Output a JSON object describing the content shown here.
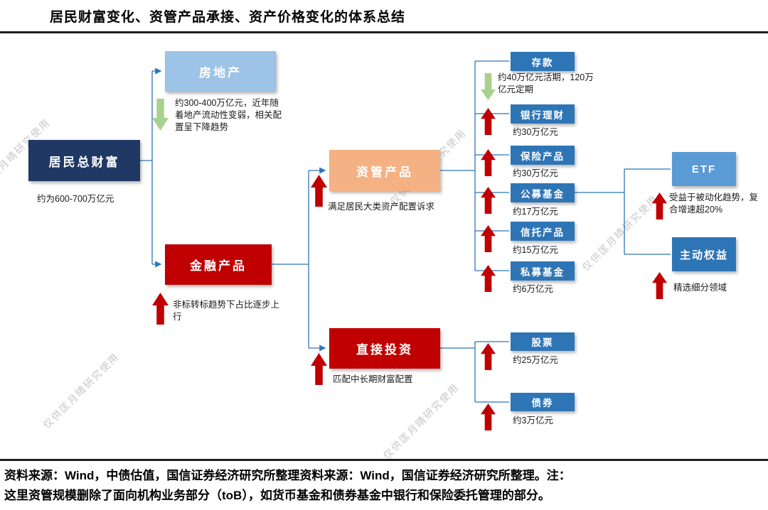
{
  "title": "居民财富变化、资管产品承接、资产价格变化的体系总结",
  "watermark": "仅供匡月晴研究使用",
  "nodes": {
    "total_wealth": {
      "label": "居民总财富",
      "note": "约为600-700万亿元"
    },
    "real_estate": {
      "label": "房地产",
      "note": "约300-400万亿元，近年随着地产流动性变弱，相关配置呈下降趋势",
      "trend": "down"
    },
    "financial_products": {
      "label": "金融产品",
      "note": "非标转标趋势下占比逐步上行",
      "trend": "up"
    },
    "asset_mgmt": {
      "label": "资管产品",
      "note": "满足居民大类资产配置诉求",
      "trend": "up"
    },
    "direct_invest": {
      "label": "直接投资",
      "note": "匹配中长期财富配置",
      "trend": "up"
    },
    "deposits": {
      "label": "存款",
      "note": "约40万亿元活期，120万亿元定期",
      "trend": "down"
    },
    "bank_wealth_mgmt": {
      "label": "银行理财",
      "note": "约30万亿元",
      "trend": "up"
    },
    "insurance": {
      "label": "保险产品",
      "note": "约30万亿元",
      "trend": "up"
    },
    "public_funds": {
      "label": "公募基金",
      "note": "约17万亿元",
      "trend": "up"
    },
    "trust": {
      "label": "信托产品",
      "note": "约15万亿元",
      "trend": "up"
    },
    "private_funds": {
      "label": "私募基金",
      "note": "约6万亿元",
      "trend": "up"
    },
    "etf": {
      "label": "ETF",
      "note": "受益于被动化趋势，复合增速超20%",
      "trend": "up"
    },
    "active_equity": {
      "label": "主动权益",
      "note": "精选细分领域",
      "trend": "up"
    },
    "stocks": {
      "label": "股票",
      "note": "约25万亿元",
      "trend": "up"
    },
    "bonds": {
      "label": "债券",
      "note": "约3万亿元",
      "trend": "up"
    }
  },
  "footer": {
    "line1": "资料来源：Wind，中债估值，国信证券经济研究所整理资料来源：Wind，国信证券经济研究所整理。注：",
    "line2": "这里资管规模删除了面向机构业务部分（toB），如货币基金和债券基金中银行和保险委托管理的部分。"
  },
  "palette": {
    "dark_navy": "#1F3864",
    "light_blue": "#9DC3E6",
    "red": "#C00000",
    "orange": "#F4B183",
    "medium_blue": "#2E75B6",
    "etf_blue": "#5B9BD5",
    "green": "#A9D18E",
    "connector": "#2E75B6"
  }
}
